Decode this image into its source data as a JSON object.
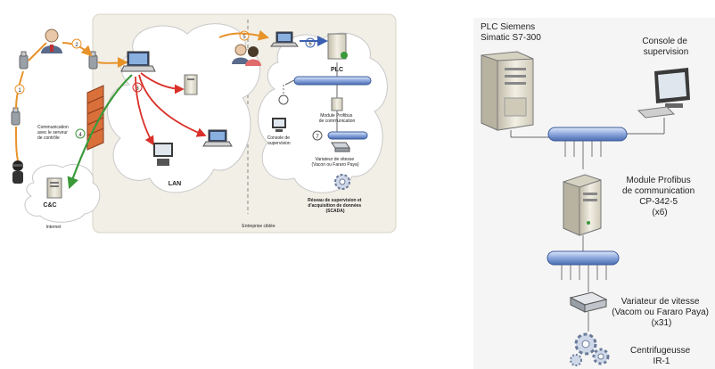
{
  "left_diagram": {
    "lan_label": "LAN",
    "internet_label": "Internet",
    "cc_label": "C&C",
    "cc_comm_label": [
      "Communication",
      "avec le serveur",
      "de contrôle"
    ],
    "target_company_label": "Entreprise ciblée",
    "plc_label": "PLC",
    "module_label": [
      "Module Profibus",
      "de communication"
    ],
    "console_label": [
      "Console de",
      "supervision"
    ],
    "drive_label": [
      "Variateur de vitesse",
      "(Vacon ou Fararo Paya)"
    ],
    "scada_label": [
      "Réseau de supervision et",
      "d'acquisition de données",
      "(SCADA)"
    ],
    "step_numbers": [
      "1",
      "2",
      "3",
      "4",
      "5",
      "6",
      "7"
    ]
  },
  "right_diagram": {
    "plc_label": [
      "PLC Siemens",
      "Simatic S7-300"
    ],
    "console_label": [
      "Console de",
      "supervision"
    ],
    "module_label": [
      "Module Profibus",
      "de communication",
      "CP-342-5",
      "(x6)"
    ],
    "drive_label": [
      "Variateur de vitesse",
      "(Vacom ou Fararo Paya)",
      "(x31)"
    ],
    "centrifuge_label": [
      "Centrifugeusse",
      "IR-1"
    ]
  },
  "colors": {
    "panel_bg": "#f1efe6",
    "right_bg": "#f5f5f5",
    "arrow_red": "#d9302a",
    "arrow_green": "#3a9a3a",
    "arrow_orange": "#e8922a",
    "bus_blue": "#7a9ad0",
    "cloud": "#ffffff"
  },
  "icons": [
    "usb-drive-icon",
    "user-icon",
    "laptop-icon",
    "server-icon",
    "firewall-icon",
    "gear-icon",
    "hacker-icon",
    "monitor-icon"
  ]
}
